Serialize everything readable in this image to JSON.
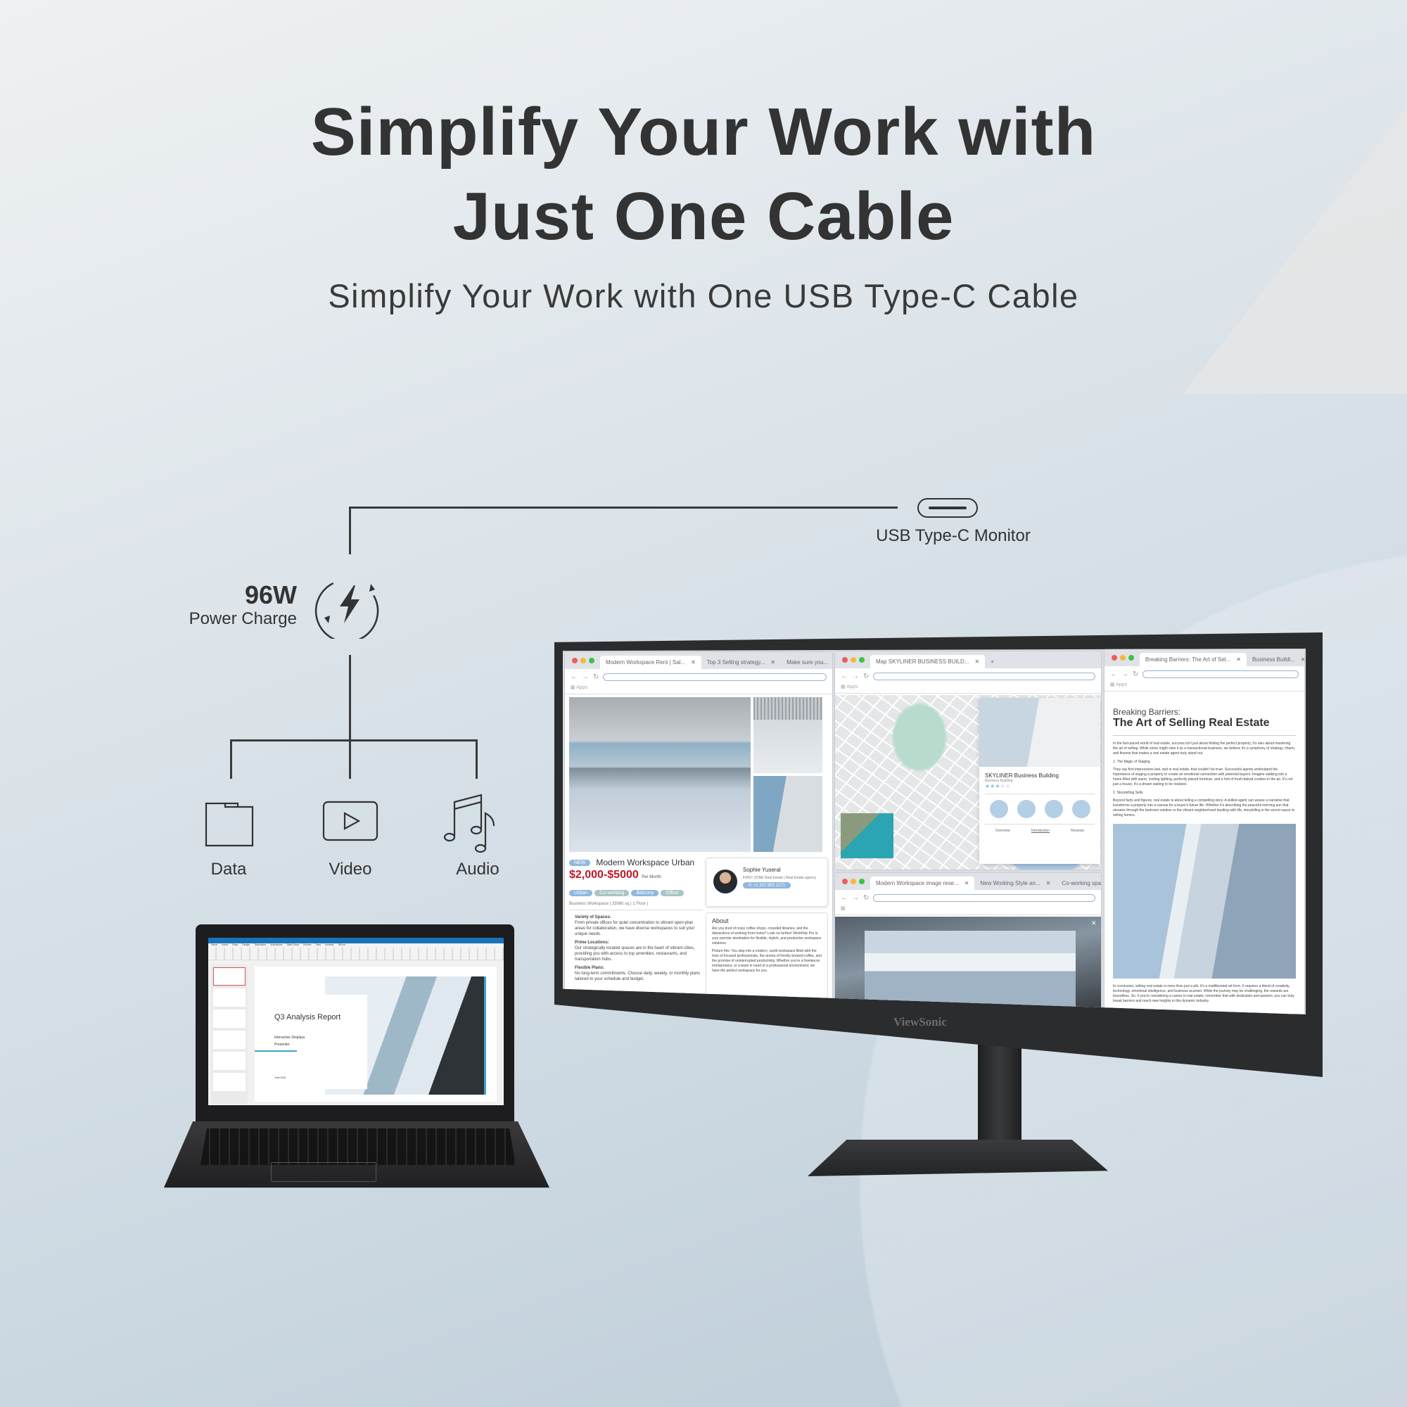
{
  "header": {
    "title_line1": "Simplify Your Work with",
    "title_line2": "Just One Cable",
    "subtitle": "Simplify Your Work with One USB Type-C Cable"
  },
  "diagram": {
    "monitor_label": "USB Type-C Monitor",
    "power_value": "96W",
    "power_label": "Power Charge",
    "outputs": [
      {
        "label": "Data",
        "icon": "folder-icon"
      },
      {
        "label": "Video",
        "icon": "play-icon"
      },
      {
        "label": "Audio",
        "icon": "music-notes-icon"
      }
    ]
  },
  "monitor": {
    "brand": "ViewSonic",
    "left_window": {
      "tabs": [
        "Modern Workspace Rent | Sal...",
        "Top 3 Selling strategy...",
        "Make sure you..."
      ],
      "apps": "Apps",
      "badge": "NEW",
      "listing_title": "Modern Workspace Urban",
      "price": "$2,000-$5000",
      "price_unit": "Per Month",
      "tags": [
        "Urban",
        "Co-working",
        "Balcony",
        "Office"
      ],
      "meta": "Business Workspace | 33060 sq | 1 Floor |",
      "features": [
        {
          "title": "Variety of Spaces:",
          "text": "From private offices for quiet concentration to vibrant open-plan areas for collaboration, we have diverse workspaces to suit your unique needs."
        },
        {
          "title": "Prime Locations:",
          "text": "Our strategically located spaces are in the heart of vibrant cities, providing you with access to top amenities, restaurants, and transportation hubs."
        },
        {
          "title": "Flexible Plans:",
          "text": "No long-term commitments. Choose daily, weekly, or monthly plans tailored to your schedule and budget."
        }
      ],
      "agent_name": "Sophie Yuseral",
      "agent_company": "FIRST ZONE Real Estate | Real Estate agency",
      "agent_phone": "+1 321 953 2271",
      "about_title": "About",
      "about_p1": "Are you tired of noisy coffee shops, crowded libraries, and the distractions of working from home? Look no further! WorkHub Pro is your premier destination for flexible, stylish, and productive workspace solutions.",
      "about_p2": "Picture this: You step into a modern, sunlit workspace filled with the hum of focused professionals, the aroma of freshly brewed coffee, and the promise of uninterrupted productivity. Whether you're a freelancer, entrepreneur, or a team in need of a professional environment, we have the perfect workspace for you."
    },
    "map_window": {
      "tabs": [
        "Map SKYLINER BUSINESS BUILD..."
      ],
      "apps": "Apps",
      "place_name": "SKYLINER Business Building",
      "place_type": "Business Building",
      "rating": 3,
      "rating_max": 5,
      "place_tabs": [
        "Overview",
        "Introduction",
        "Reviews"
      ]
    },
    "image_window": {
      "tabs": [
        "Modern Workspace image rese...",
        "New Working Style an...",
        "Co-working space"
      ]
    },
    "article_window": {
      "tabs": [
        "Breaking Barriers: The Art of Sel...",
        "Business Buildi..."
      ],
      "apps": "Apps",
      "kicker": "Breaking Barriers:",
      "headline": "The Art of Selling Real Estate",
      "intro": "In the fast-paced world of real estate, success isn't just about finding the perfect property; it's also about mastering the art of selling. While some might view it as a transactional business, we believe it's a symphony of strategy, charm, and finesse that makes a real estate agent truly stand out.",
      "h1": "1. The Magic of Staging",
      "p1": "They say first impressions last, and in real estate, that couldn't be truer. Successful agents understand the importance of staging a property to create an emotional connection with potential buyers. Imagine walking into a home filled with warm, inviting lighting, perfectly placed furniture, and a hint of fresh-baked cookies in the air. It's not just a house; it's a dream waiting to be realized.",
      "h2": "2. Storytelling Sells",
      "p2": "Beyond facts and figures, real estate is about telling a compelling story. A skilled agent can weave a narrative that transforms a property into a canvas for a buyer's future life. Whether it's describing the peaceful morning sun that streams through the bedroom window or the vibrant neighborhood bustling with life, storytelling is the secret sauce to selling homes.",
      "conclusion": "In conclusion, selling real estate is more than just a job; it's a multifaceted art form. It requires a blend of creativity, technology, emotional intelligence, and business acumen. While the journey may be challenging, the rewards are boundless. So, if you're considering a career in real estate, remember that with dedication and passion, you can truly break barriers and reach new heights in this dynamic industry."
    }
  },
  "laptop": {
    "ribbon_tabs": [
      "Home",
      "Insert",
      "Draw",
      "Design",
      "Transitions",
      "Animations",
      "Slide Show",
      "Review",
      "View",
      "Acrobat",
      "Tell me"
    ],
    "slide_title": "Q3 Analysis Report",
    "slide_line1": "Interactive Displays",
    "slide_line2": "Presenter",
    "slide_date": "June 2023",
    "slide_count": 6
  },
  "colors": {
    "text": "#333333",
    "price": "#c0182a",
    "accent_blue": "#8fb8dc",
    "ppt_bar": "#1a73b8",
    "slide_accent": "#3fa3c6"
  }
}
